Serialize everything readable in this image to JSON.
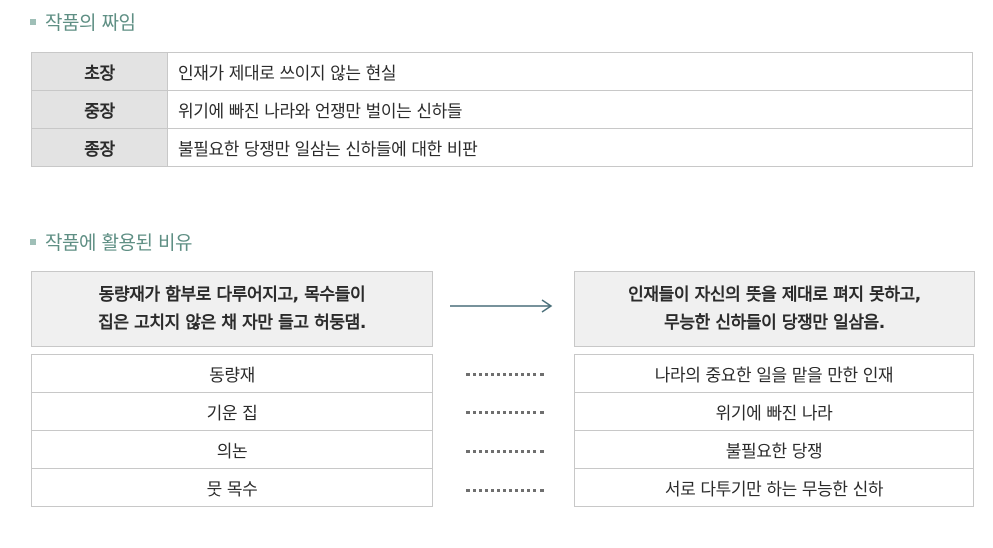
{
  "structure": {
    "title": "작품의 짜임",
    "rows": [
      {
        "part": "초장",
        "content": "인재가 제대로 쓰이지 않는 현실"
      },
      {
        "part": "중장",
        "content": "위기에 빠진 나라와 언쟁만 벌이는 신하들"
      },
      {
        "part": "종장",
        "content": "불필요한 당쟁만 일삼는 신하들에 대한 비판"
      }
    ]
  },
  "metaphor": {
    "title": "작품에 활용된 비유",
    "source_lines": [
      "동량재가 함부로 다루어지고, 목수들이",
      "집은 고치지 않은 채 자만 들고 허둥댐."
    ],
    "target_lines": [
      "인재들이 자신의 뜻을 제대로 펴지 못하고,",
      "무능한 신하들이 당쟁만 일삼음."
    ],
    "pairs": [
      {
        "term": "동량재",
        "meaning": "나라의 중요한 일을 맡을 만한 인재"
      },
      {
        "term": "기운 집",
        "meaning": "위기에 빠진 나라"
      },
      {
        "term": "의논",
        "meaning": "불필요한 당쟁"
      },
      {
        "term": "뭇 목수",
        "meaning": "서로 다투기만 하는 무능한 신하"
      }
    ]
  }
}
